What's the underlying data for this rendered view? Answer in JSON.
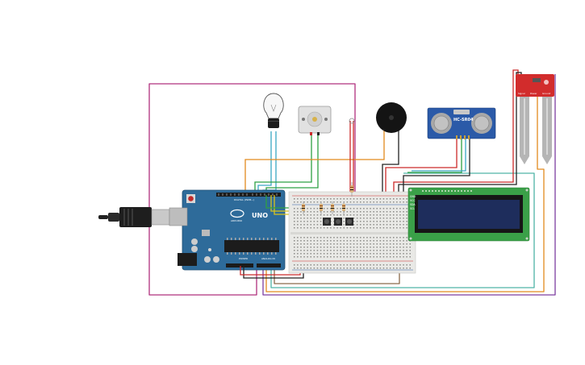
{
  "board": {
    "brand": "UNO",
    "logo_text": "ARDUINO",
    "header_digital": "DIGITAL (PWM~)",
    "header_power": "POWER",
    "header_analog": "ANALOG IN"
  },
  "sensor": {
    "ultrasonic_label": "HC-SR04"
  },
  "lcd": {
    "pins": [
      "GND",
      "VCC",
      "SDA",
      "SCL"
    ]
  },
  "moisture": {
    "labels": [
      "Signal",
      "Power",
      "Ground"
    ]
  },
  "colors": {
    "arduino_board": "#2e6b9a",
    "breadboard": "#e9e9e6",
    "lcd_board": "#3aa048",
    "lcd_screen": "#1e2d5c",
    "ultrasonic_board": "#2b5aa8",
    "moisture_board": "#d22c2c",
    "wire_magenta": "#b0307e",
    "wire_purple": "#7d3ea0",
    "wire_orange": "#e28a1e",
    "wire_cyan": "#3aa7c4",
    "wire_green": "#2ea043",
    "wire_red": "#cc2a2a",
    "wire_black": "#222222",
    "wire_brown": "#8a6a4a",
    "wire_teal": "#4fb3a6"
  },
  "components": {
    "bulb": "lightbulb-icon",
    "motor": "dc-motor-icon",
    "buzzer": "piezo-buzzer-icon",
    "usb": "usb-cable-icon"
  }
}
